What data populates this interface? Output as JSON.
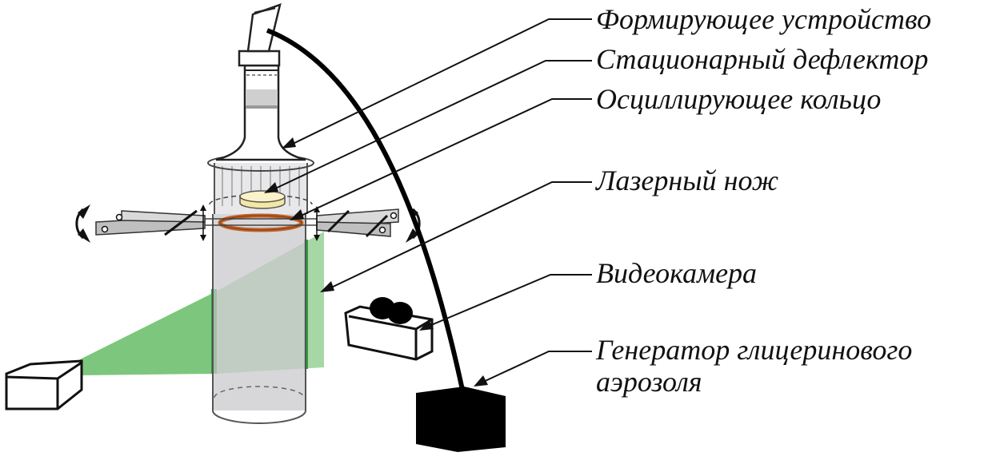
{
  "labels": {
    "forming_device": "Формирующее устройство",
    "stationary_deflector": "Стационарный дефлектор",
    "oscillating_ring": "Осциллирующее кольцо",
    "laser_knife": "Лазерный нож",
    "video_camera": "Видеокамера",
    "generator_line1": "Генератор глицеринового",
    "generator_line2": "аэрозоля"
  },
  "colors": {
    "laser": "#5cb85c",
    "ring": "#c0622a",
    "deflector": "#f4e7a6",
    "cylinder": "#c9c9cc",
    "generator": "#000000"
  }
}
